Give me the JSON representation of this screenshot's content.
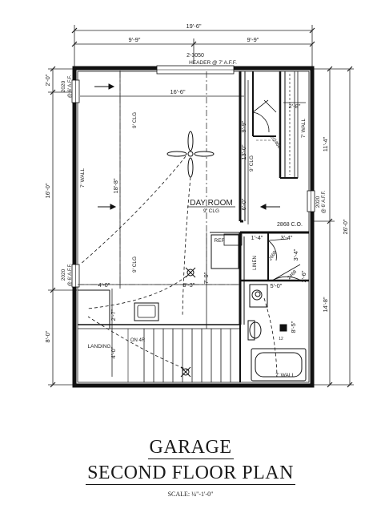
{
  "dims": {
    "overall_top": "19'-6\"",
    "top_left_half": "9'-9\"",
    "top_right_half": "9'-9\"",
    "left_upper": "2'-0\"",
    "left_mid": "16'-0\"",
    "left_lower": "8'-0\"",
    "right_total": "26'-0\"",
    "right_upper": "11'-4\"",
    "right_lower": "14'-8\"",
    "inner_width": "16'-6\"",
    "stair_width": "4'-0\"",
    "mid_width": "9'-3\"",
    "mid_height": "7'-9\"",
    "run_18": "18'-8\"",
    "wall_13": "13'-0\"",
    "closet_24": "2'-8\"",
    "bath_run": "9'-9\"",
    "v_60": "6'-0\"",
    "d_34a": "3'-4\"",
    "d_34b": "3'-4\"",
    "d_50": "5'-0\"",
    "d_26": "2'-6\"",
    "d_85": "8'-5\"",
    "d_14": "1'-4\"",
    "d_27": "2'-7\"",
    "d_40": "4'-0\""
  },
  "labels": {
    "header": "2-3050",
    "header_note": "HEADER @ 7' A.F.F.",
    "win_top_left": "2020",
    "win_top_left_note": "@ 6' A.F.F.",
    "win_bot_left": "2020",
    "win_bot_left_note": "@ 6' A.F.F.",
    "win_right": "2020",
    "win_right_note": "@ 6' A.F.F.",
    "day_room": "DAY ROOM",
    "day_room_clg": "9' CLG",
    "clg_1": "9' CLG",
    "clg_2": "9' CLG",
    "clg_3": "9' CLG",
    "wall_7a": "7' WALL",
    "wall_7b": "7' WALL",
    "wall_7c": "7' WALL",
    "door_2868": "2868 C.O.",
    "ref": "REF",
    "linen": "LINEN",
    "landing": "LANDING",
    "on_4r": "ON 4R",
    "door_2468": "2/2468",
    "door_2668": "2668",
    "door_2468b": "2468",
    "hb": "12"
  },
  "title": {
    "line1": "GARAGE",
    "line2": "SECOND FLOOR PLAN",
    "scale": "SCALE: ¼\"-1'-0\""
  }
}
